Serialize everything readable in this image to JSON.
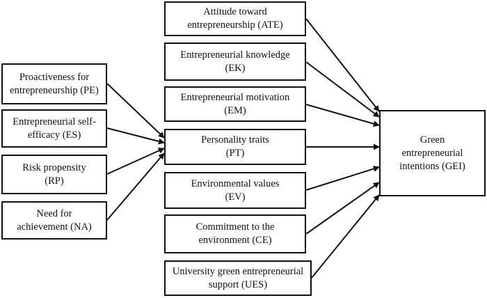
{
  "diagram": {
    "left_nodes": [
      {
        "id": "PE",
        "label": "Proactiveness for\nentrepreneurship (PE)"
      },
      {
        "id": "ES",
        "label": "Entrepreneurial self-\nefficacy (ES)"
      },
      {
        "id": "RP",
        "label": "Risk propensity\n(RP)"
      },
      {
        "id": "NA",
        "label": "Need for\nachievement (NA)"
      }
    ],
    "middle_nodes": [
      {
        "id": "ATE",
        "label": "Attitude toward\nentrepreneurship (ATE)"
      },
      {
        "id": "EK",
        "label": "Entrepreneurial knowledge\n(EK)"
      },
      {
        "id": "EM",
        "label": "Entrepreneurial motivation\n(EM)"
      },
      {
        "id": "PT",
        "label": "Personality traits\n(PT)"
      },
      {
        "id": "EV",
        "label": "Environmental values\n(EV)"
      },
      {
        "id": "CE",
        "label": "Commitment to the\nenvironment (CE)"
      },
      {
        "id": "UES",
        "label": "University green entrepreneurial\nsupport (UES)"
      }
    ],
    "outcome": {
      "id": "GEI",
      "label": "Green\nentrepreneurial\nintentions (GEI)"
    },
    "edges": [
      [
        "PE",
        "PT"
      ],
      [
        "ES",
        "PT"
      ],
      [
        "RP",
        "PT"
      ],
      [
        "NA",
        "PT"
      ],
      [
        "ATE",
        "GEI"
      ],
      [
        "EK",
        "GEI"
      ],
      [
        "EM",
        "GEI"
      ],
      [
        "PT",
        "GEI"
      ],
      [
        "EV",
        "GEI"
      ],
      [
        "CE",
        "GEI"
      ],
      [
        "UES",
        "GEI"
      ]
    ]
  }
}
